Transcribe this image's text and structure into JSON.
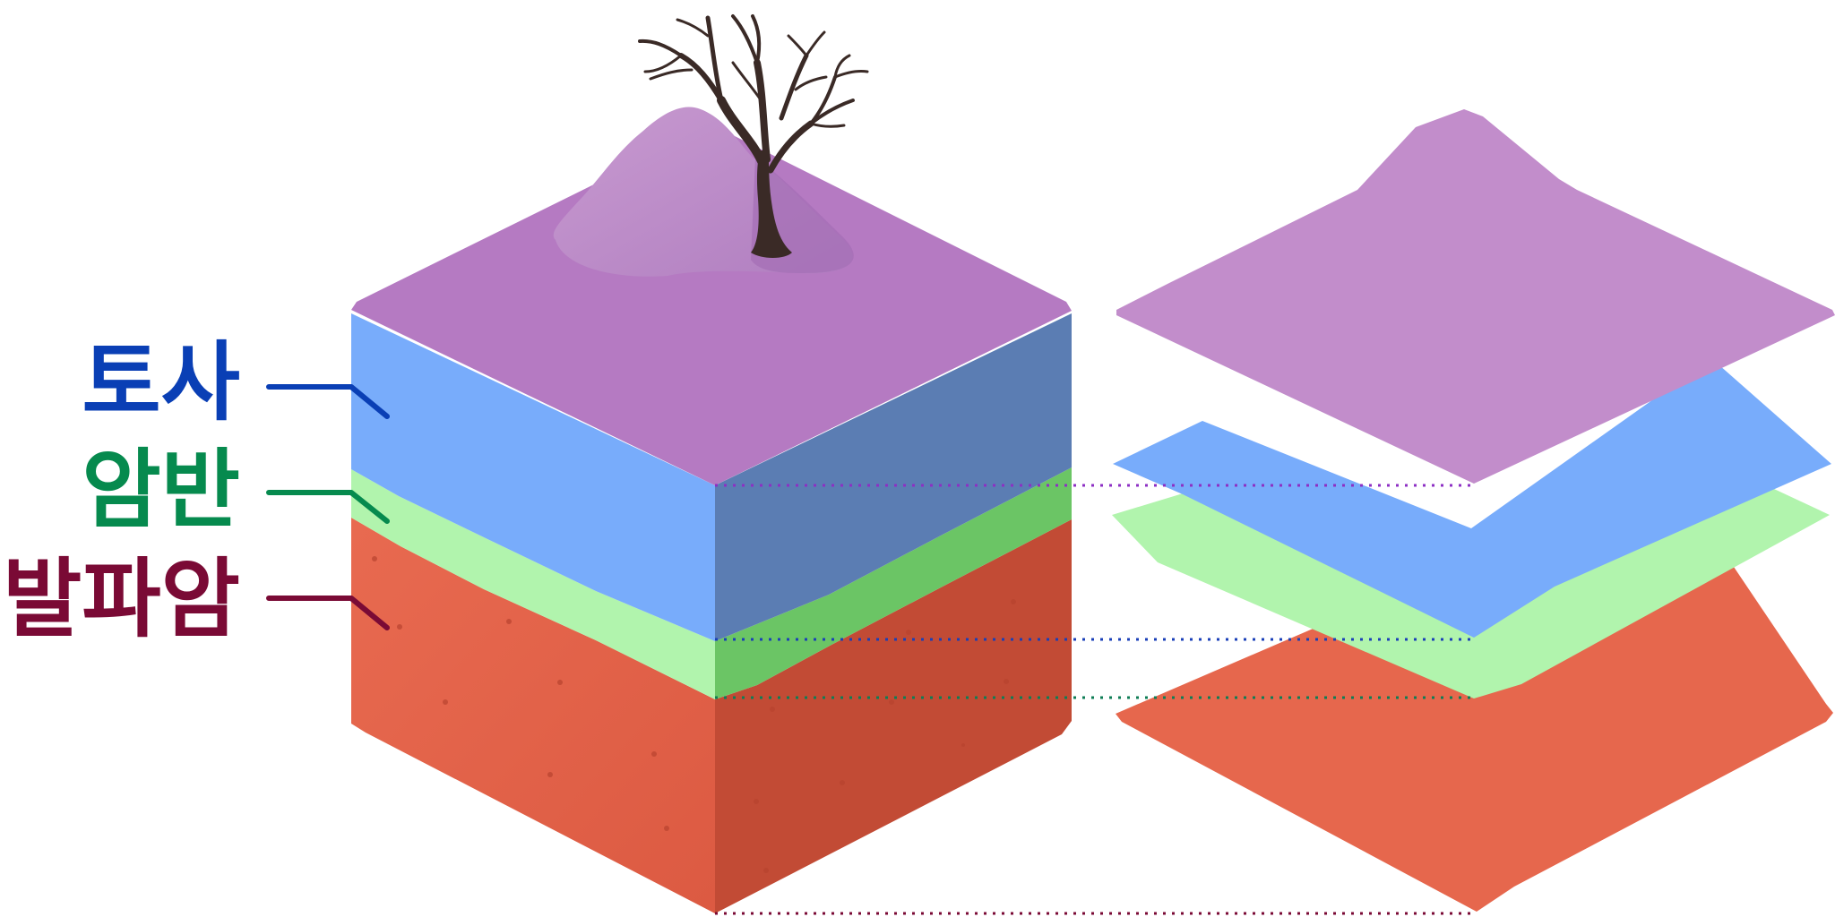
{
  "labels": {
    "soil": "토사",
    "bedrock": "암반",
    "blasting_rock": "발파암"
  },
  "colors": {
    "soil_label": "#0a3fb5",
    "bedrock_label": "#068a4e",
    "blasting_label": "#7a0a35",
    "surface_top": "#b57ac2",
    "surface_plate": "#c28dcb",
    "soil_front": "#78acfb",
    "soil_side": "#5b7db3",
    "bedrock_front": "#b1f4ad",
    "bedrock_side": "#6bc565",
    "blasting_front": "#e6674d",
    "blasting_side": "#c24b35",
    "tree": "#3a2a26"
  },
  "icons": {
    "tree": "bare-tree-icon"
  }
}
